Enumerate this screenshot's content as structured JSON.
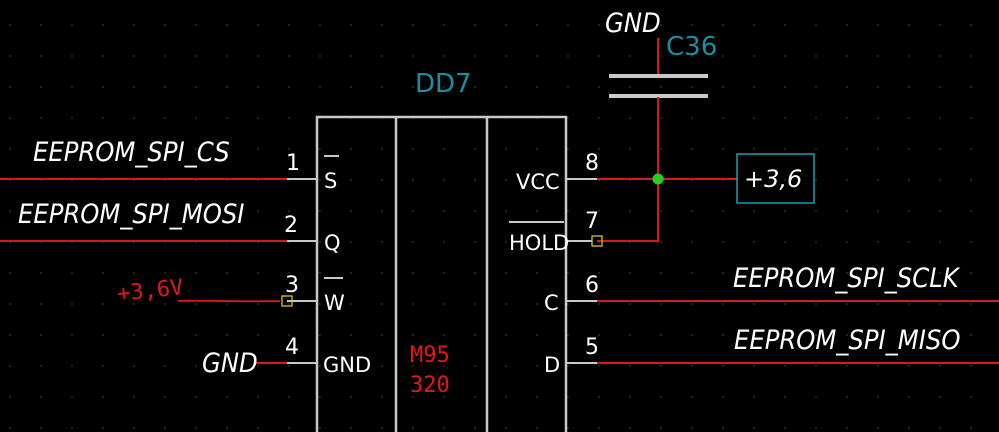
{
  "component": {
    "refdes": "DD7",
    "pins_left": [
      {
        "number": "1",
        "name": "S",
        "overbar": true,
        "net": "EEPROM_SPI_CS"
      },
      {
        "number": "2",
        "name": "Q",
        "overbar": false,
        "net": "EEPROM_SPI_MOSI"
      },
      {
        "number": "3",
        "name": "W",
        "overbar": true,
        "net": ""
      },
      {
        "number": "4",
        "name": "GND",
        "overbar": false,
        "net": "GND"
      }
    ],
    "pins_right": [
      {
        "number": "8",
        "name": "VCC",
        "overbar": false,
        "net": ""
      },
      {
        "number": "7",
        "name": "HOLD",
        "overbar": true,
        "net": ""
      },
      {
        "number": "6",
        "name": "C",
        "overbar": false,
        "net": "EEPROM_SPI_SCLK"
      },
      {
        "number": "5",
        "name": "D",
        "overbar": false,
        "net": "EEPROM_SPI_MISO"
      }
    ]
  },
  "capacitor": {
    "refdes": "C36",
    "net_top": "GND"
  },
  "power_port": {
    "label": "+3,6"
  },
  "annotations": {
    "w_pin_note": "+3,6V",
    "part_number_line1": "M95",
    "part_number_line2": "320"
  },
  "colors": {
    "background": "#000000",
    "wire": "#d11a1a",
    "outline": "#c8c8c8",
    "refdes": "#1a8e9e",
    "junction": "#1fd21f",
    "no_connect_marker": "#d8c22a",
    "handwriting": "#e21818"
  }
}
